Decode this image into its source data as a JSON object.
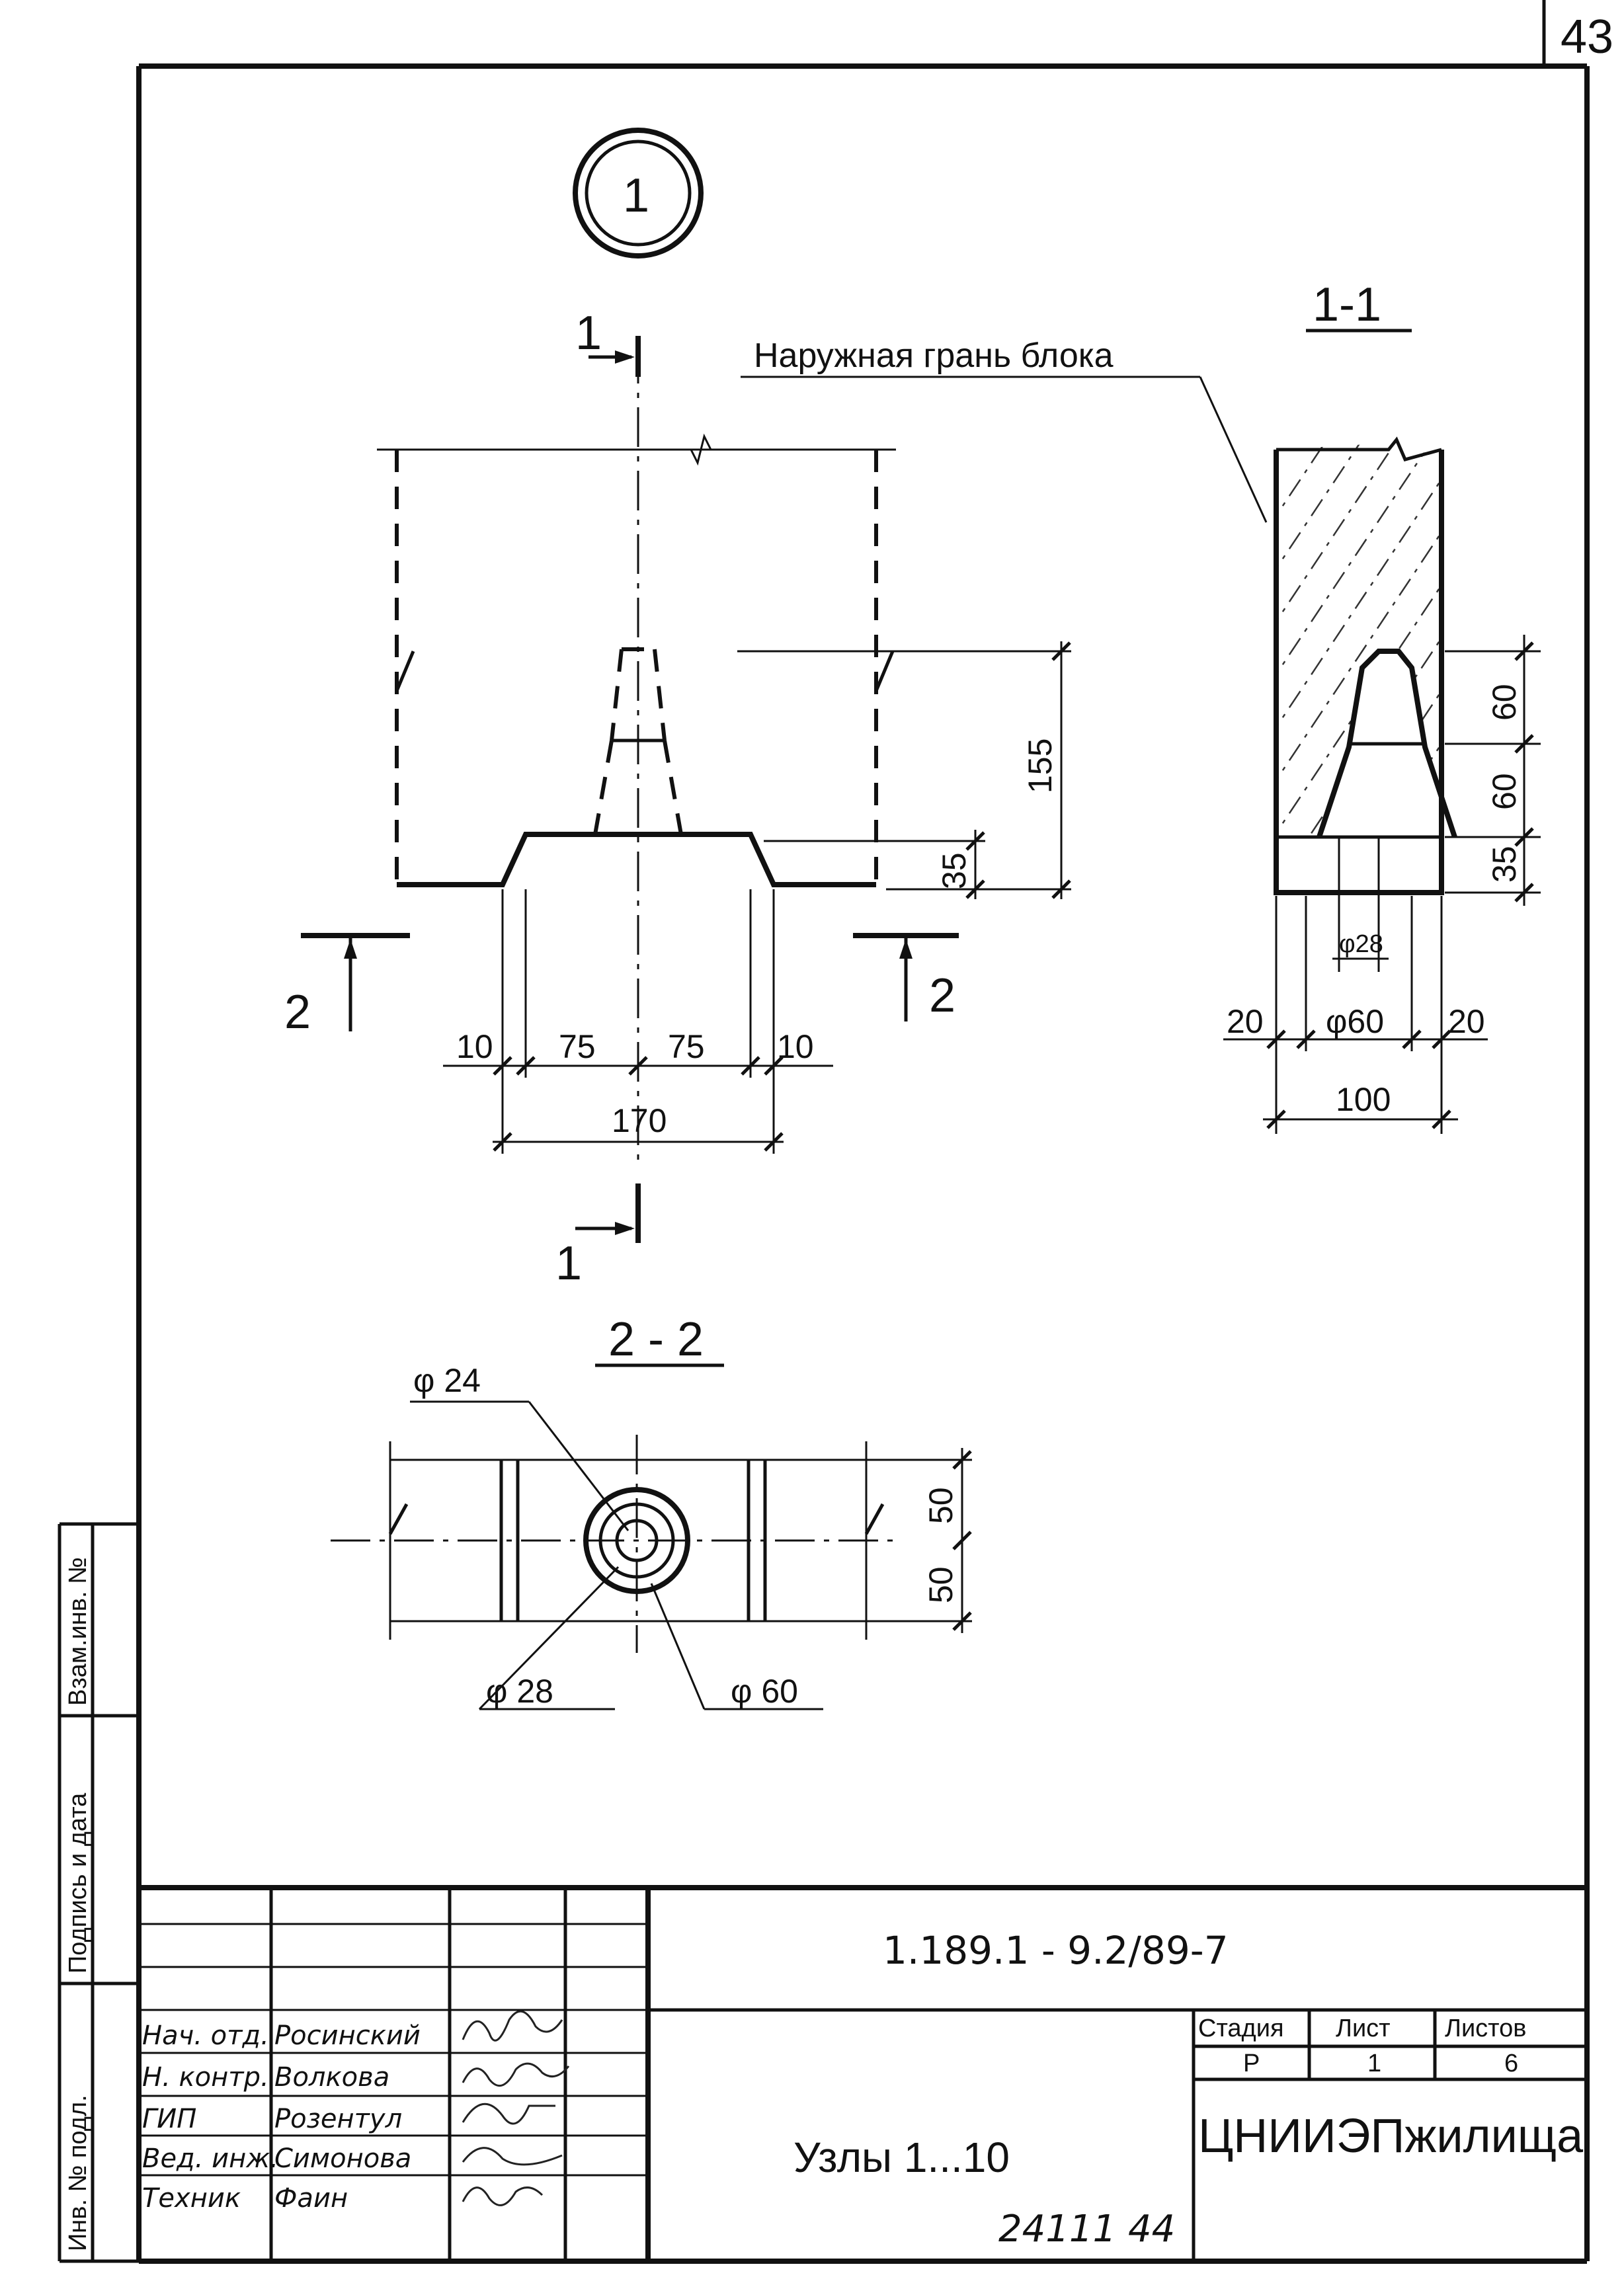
{
  "sheet_corner_number": "43",
  "node_marker": "1",
  "main_view": {
    "section_mark_top": "1",
    "section_mark_bottom": "1",
    "section_mark_left": "2",
    "section_mark_right": "2",
    "dim_height_total": "155",
    "dim_height_base": "35",
    "dims_bottom": [
      "10",
      "75",
      "75",
      "10"
    ],
    "dim_total_width": "170"
  },
  "section_1_1": {
    "title": "1-1",
    "leader_label": "Наружная грань блока",
    "dims_vertical": [
      "60",
      "60",
      "35"
    ],
    "dim_inner_diameter": "φ28",
    "dim_outer_diameter": "φ60",
    "dim_left": "20",
    "dim_right": "20",
    "dim_total": "100"
  },
  "section_2_2": {
    "title": "2 - 2",
    "callout_top": "φ 24",
    "callout_left": "φ 28",
    "callout_right": "φ 60",
    "dims_vertical": [
      "50",
      "50"
    ]
  },
  "side_stamp": {
    "labels": [
      "Взам.инв. №",
      "Подпись и дата",
      "Инв. № подл."
    ]
  },
  "title_block": {
    "drawing_code": "1.189.1 - 9.2/89-7",
    "title": "Узлы 1...10",
    "stage_header": "Стадия",
    "sheet_header": "Лист",
    "sheets_header": "Листов",
    "stage": "Р",
    "sheet": "1",
    "sheets": "6",
    "organization": "ЦНИИЭПжилища",
    "staff": [
      {
        "role": "Нач. отд.",
        "name": "Росинский"
      },
      {
        "role": "Н. контр.",
        "name": "Волкова"
      },
      {
        "role": "ГИП",
        "name": "Розентул"
      },
      {
        "role": "Вед. инж.",
        "name": "Симонова"
      },
      {
        "role": "Техник",
        "name": "Фаин"
      }
    ]
  },
  "bottom_number": "24111 44"
}
